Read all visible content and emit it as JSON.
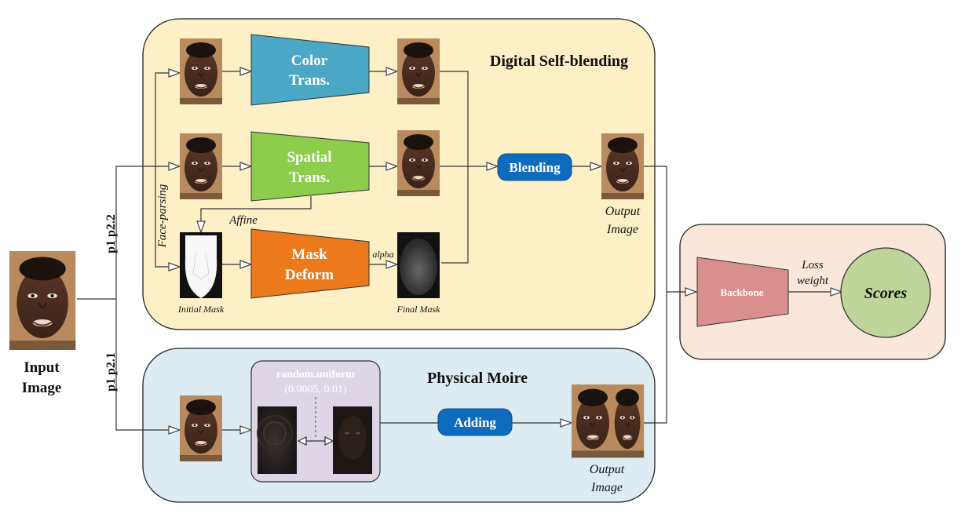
{
  "input": {
    "label_line1": "Input",
    "label_line2": "Image"
  },
  "branches": {
    "top": "p1 p2.2",
    "bottom": "p1 p2.1"
  },
  "digital": {
    "title": "Digital Self-blending",
    "color_trans": {
      "line1": "Color",
      "line2": "Trans."
    },
    "spatial_trans": {
      "line1": "Spatial",
      "line2": "Trans."
    },
    "mask_deform": {
      "line1": "Mask",
      "line2": "Deform"
    },
    "blending": "Blending",
    "face_parsing": "Face-parsing",
    "affine": "Affine",
    "alpha": "alpha",
    "initial_mask": "Initial Mask",
    "final_mask": "Final Mask",
    "output_line1": "Output",
    "output_line2": "Image"
  },
  "physical": {
    "title": "Physical Moire",
    "random_line1": "random.uniform",
    "random_line2": "(0.0005, 0.01)",
    "adding": "Adding",
    "output_line1": "Output",
    "output_line2": "Image"
  },
  "classifier": {
    "backbone": "Backbone",
    "loss_line1": "Loss",
    "loss_line2": "weight",
    "scores": "Scores"
  },
  "colors": {
    "digital_panel": "#fdefc6",
    "physical_panel": "#ddebf3",
    "classifier_panel": "#fbe7da",
    "color_trans": "#4aa8c6",
    "spatial_trans": "#8ccd4e",
    "mask_deform": "#ec7a1c",
    "pill": "#0e6bbd",
    "backbone": "#d98f8c",
    "scores": "#bfd59c",
    "moire_box": "#ded6e5"
  },
  "icons": [
    "face-photo-icon",
    "mask-image-icon",
    "arrow-head-icon"
  ]
}
